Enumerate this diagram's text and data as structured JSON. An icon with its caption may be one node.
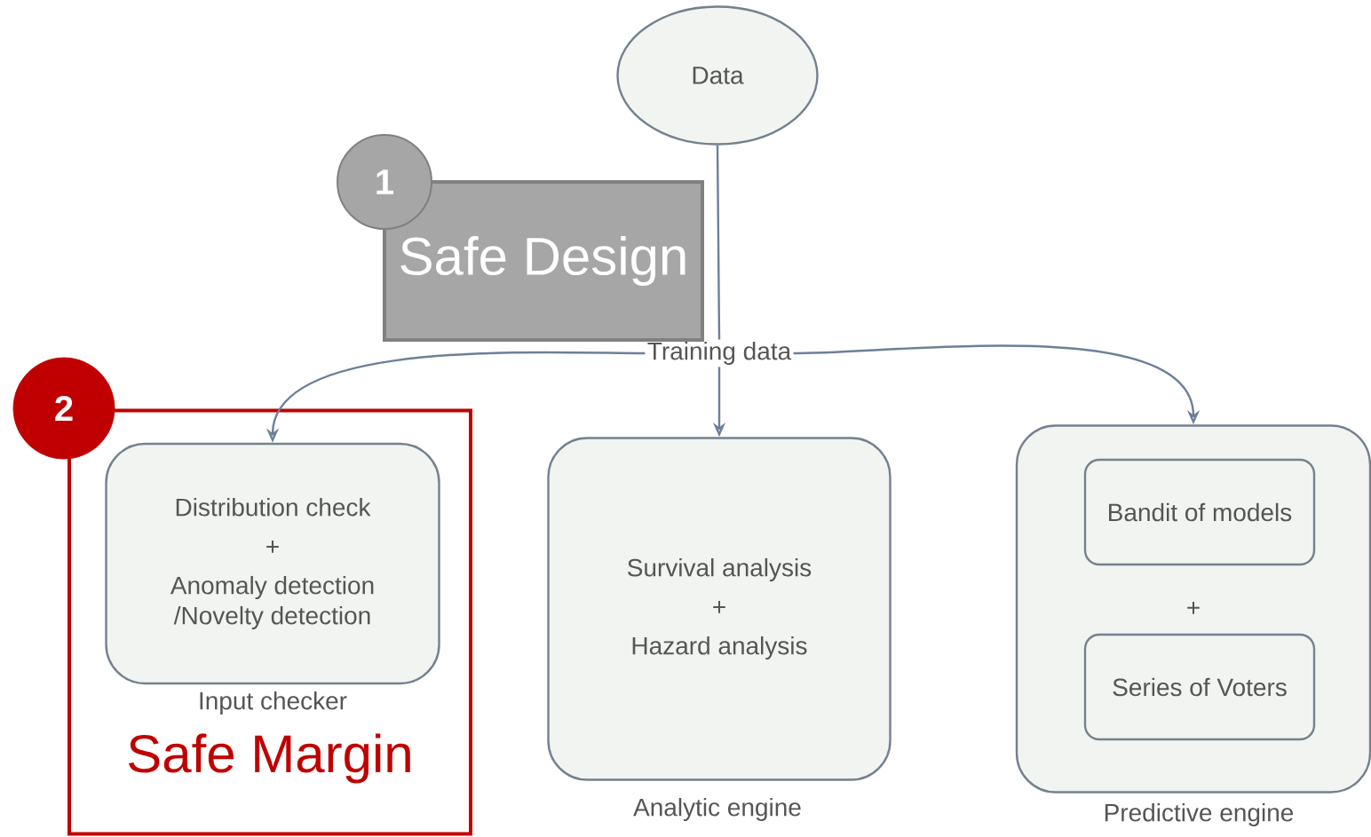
{
  "diagram": {
    "nodes": [
      {
        "text": [
          "Data"
        ]
      },
      {
        "text": [
          "Safe Design"
        ]
      },
      {
        "text": [
          "1"
        ]
      },
      {
        "text": [
          "Training data"
        ]
      },
      {
        "text": [
          "Safe Margin"
        ]
      },
      {
        "text": [
          "2"
        ]
      },
      {
        "text": [
          "Distribution check",
          "+",
          "Anomaly detection /Novelty detection"
        ],
        "beside": [
          "Input checker"
        ],
        "in": 4
      },
      {
        "text": [
          "Survival analysis",
          "+",
          "Hazard analysis"
        ],
        "beside": [
          "Analytic engine"
        ]
      },
      {
        "text": [
          "+"
        ],
        "beside": [
          "Predictive engine"
        ]
      },
      {
        "text": [
          "Bandit of models"
        ],
        "in": 8
      },
      {
        "text": [
          "Series of Voters"
        ],
        "in": 8
      }
    ],
    "edges": [
      {
        "from": 0,
        "to": 3,
        "arrow": "none"
      },
      {
        "from": 3,
        "to": 6,
        "arrow": "to"
      },
      {
        "from": 3,
        "to": 7,
        "arrow": "to"
      },
      {
        "from": 3,
        "to": 8,
        "arrow": "to"
      }
    ]
  }
}
